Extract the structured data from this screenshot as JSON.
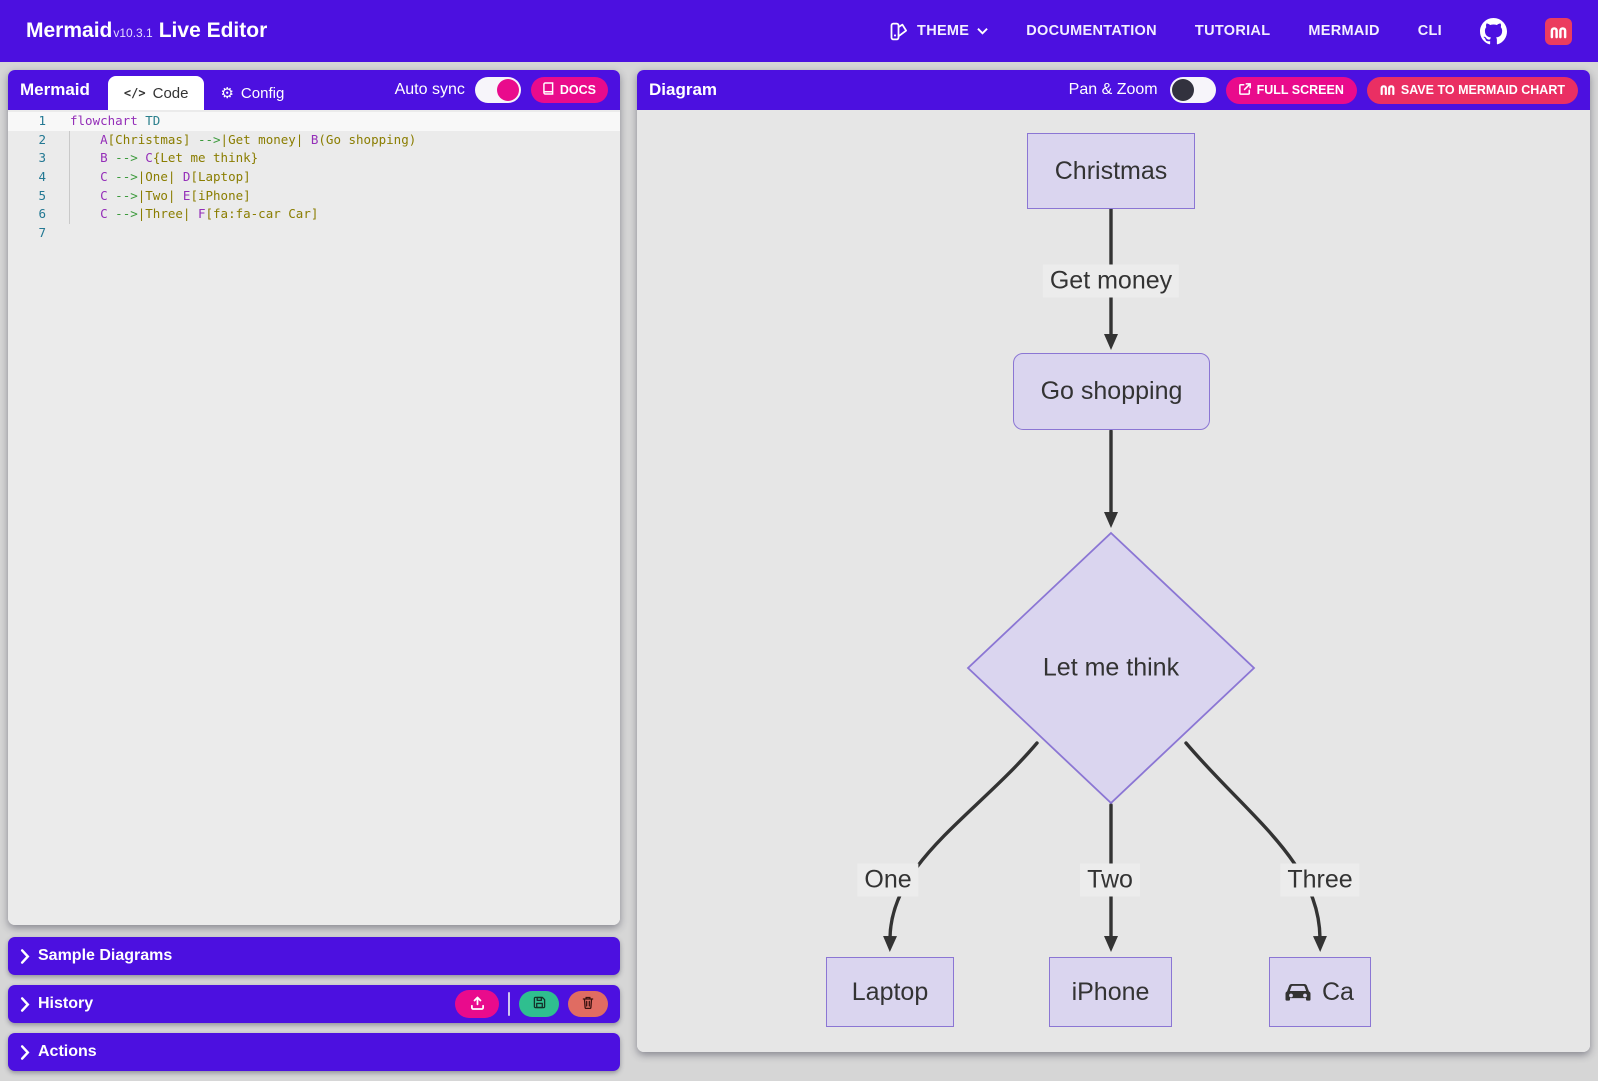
{
  "colors": {
    "accent_purple": "#4c10e0",
    "accent_pink": "#e90b8c",
    "save_rose": "#ea2f63",
    "history_green": "#2fbf8f",
    "history_red": "#e06c62",
    "node_fill": "#dad5ef",
    "node_border": "#8b76d4"
  },
  "navbar": {
    "brand": {
      "name": "Mermaid",
      "version": "v10.3.1",
      "suffix": "Live Editor"
    },
    "items": [
      {
        "label": "THEME",
        "icon": "swatchbook-icon",
        "dropdown": true
      },
      {
        "label": "DOCUMENTATION"
      },
      {
        "label": "TUTORIAL"
      },
      {
        "label": "MERMAID"
      },
      {
        "label": "CLI"
      }
    ]
  },
  "editor_panel": {
    "title": "Mermaid",
    "tabs": [
      {
        "label": "Code",
        "icon": "code-icon",
        "active": true
      },
      {
        "label": "Config",
        "icon": "gears-icon",
        "active": false
      }
    ],
    "auto_sync_label": "Auto sync",
    "auto_sync_on": true,
    "docs_button": "DOCS",
    "code": {
      "lines": [
        [
          [
            "flowchart",
            "tok-purple"
          ],
          [
            " ",
            ""
          ],
          [
            "TD",
            "tok-teal"
          ]
        ],
        [
          [
            "    ",
            ""
          ],
          [
            "A",
            "tok-purple"
          ],
          [
            "[Christmas]",
            "tok-str"
          ],
          [
            " ",
            ""
          ],
          [
            "-->",
            "tok-arrow"
          ],
          [
            "|Get money|",
            "tok-str"
          ],
          [
            " ",
            ""
          ],
          [
            "B",
            "tok-purple"
          ],
          [
            "(Go shopping)",
            "tok-str"
          ]
        ],
        [
          [
            "    ",
            ""
          ],
          [
            "B",
            "tok-purple"
          ],
          [
            " ",
            ""
          ],
          [
            "-->",
            "tok-arrow"
          ],
          [
            " ",
            ""
          ],
          [
            "C",
            "tok-purple"
          ],
          [
            "{Let me think}",
            "tok-str"
          ]
        ],
        [
          [
            "    ",
            ""
          ],
          [
            "C",
            "tok-purple"
          ],
          [
            " ",
            ""
          ],
          [
            "-->",
            "tok-arrow"
          ],
          [
            "|One|",
            "tok-str"
          ],
          [
            " ",
            ""
          ],
          [
            "D",
            "tok-purple"
          ],
          [
            "[Laptop]",
            "tok-str"
          ]
        ],
        [
          [
            "    ",
            ""
          ],
          [
            "C",
            "tok-purple"
          ],
          [
            " ",
            ""
          ],
          [
            "-->",
            "tok-arrow"
          ],
          [
            "|Two|",
            "tok-str"
          ],
          [
            " ",
            ""
          ],
          [
            "E",
            "tok-purple"
          ],
          [
            "[iPhone]",
            "tok-str"
          ]
        ],
        [
          [
            "    ",
            ""
          ],
          [
            "C",
            "tok-purple"
          ],
          [
            " ",
            ""
          ],
          [
            "-->",
            "tok-arrow"
          ],
          [
            "|Three|",
            "tok-str"
          ],
          [
            " ",
            ""
          ],
          [
            "F",
            "tok-purple"
          ],
          [
            "[fa:fa-car Car]",
            "tok-str"
          ]
        ],
        []
      ]
    }
  },
  "bottom_bars": [
    {
      "label": "Sample Diagrams"
    },
    {
      "label": "History",
      "buttons": [
        "upload",
        "save",
        "delete"
      ]
    },
    {
      "label": "Actions"
    }
  ],
  "diagram_panel": {
    "title": "Diagram",
    "pan_zoom_label": "Pan & Zoom",
    "pan_zoom_on": false,
    "fullscreen_button": "FULL SCREEN",
    "save_button": "SAVE TO MERMAID CHART",
    "flowchart": {
      "nodes": [
        {
          "id": "A",
          "label": "Christmas",
          "shape": "rect"
        },
        {
          "id": "B",
          "label": "Go shopping",
          "shape": "rounded"
        },
        {
          "id": "C",
          "label": "Let me think",
          "shape": "diamond"
        },
        {
          "id": "D",
          "label": "Laptop",
          "shape": "rect"
        },
        {
          "id": "E",
          "label": "iPhone",
          "shape": "rect"
        },
        {
          "id": "F",
          "label": "Ca",
          "icon": "car-icon",
          "shape": "rect"
        }
      ],
      "edges": [
        {
          "from": "A",
          "to": "B",
          "label": "Get money"
        },
        {
          "from": "B",
          "to": "C",
          "label": ""
        },
        {
          "from": "C",
          "to": "D",
          "label": "One"
        },
        {
          "from": "C",
          "to": "E",
          "label": "Two"
        },
        {
          "from": "C",
          "to": "F",
          "label": "Three"
        }
      ]
    }
  }
}
